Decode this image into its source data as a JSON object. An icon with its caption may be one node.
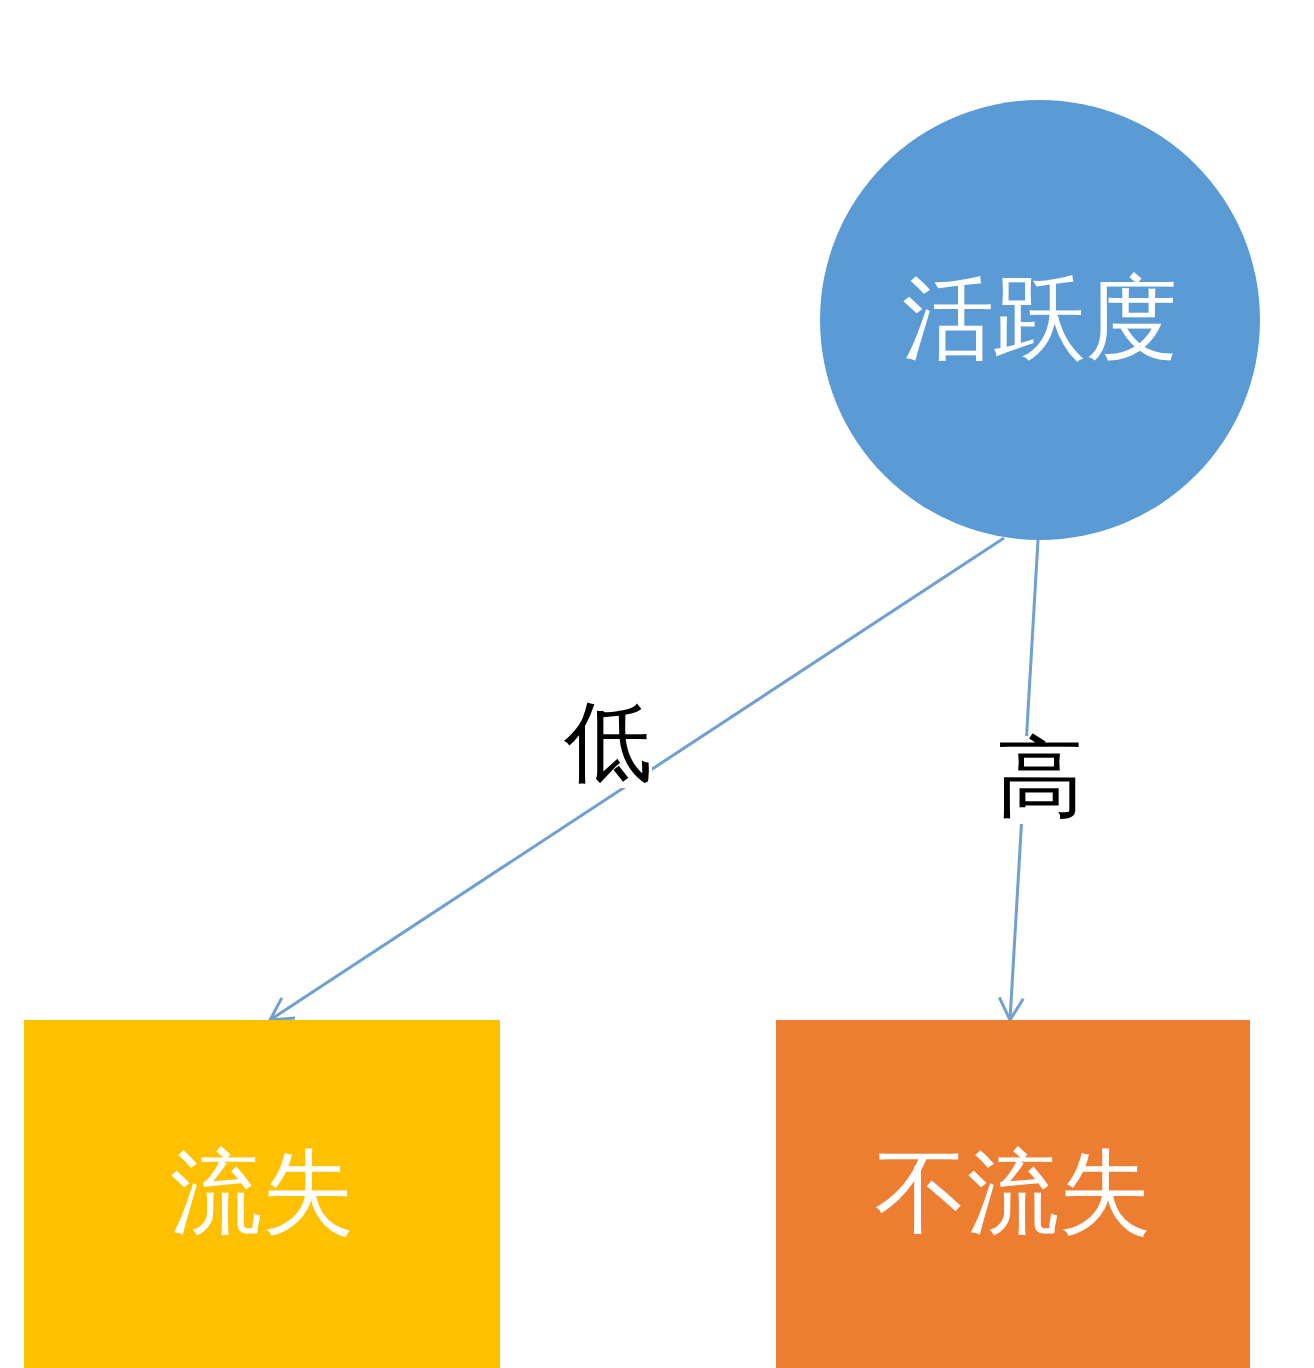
{
  "diagram": {
    "nodes": [
      {
        "text": [
          "活跃度"
        ]
      },
      {
        "text": [
          "流失"
        ]
      },
      {
        "text": [
          "不流失"
        ]
      }
    ],
    "edges": [
      {
        "from": 0,
        "to": 1,
        "arrow": "to",
        "label": "低"
      },
      {
        "from": 0,
        "to": 2,
        "arrow": "to",
        "label": "高"
      }
    ]
  }
}
